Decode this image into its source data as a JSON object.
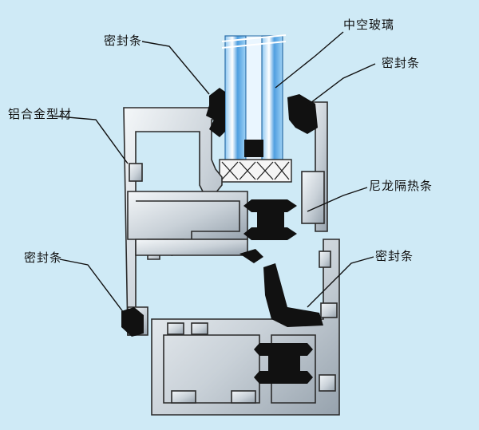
{
  "colors": {
    "background": "#cfeaf6",
    "aluminum_light": "#eef2f5",
    "aluminum_dark": "#9aa6b0",
    "glass": "#5aa8e6",
    "seal": "#111111"
  },
  "labels": {
    "seal_top_left": "密封条",
    "insulating_glass": "中空玻璃",
    "seal_top_right": "密封条",
    "aluminum_profile": "铝合金型材",
    "nylon_thermal_break": "尼龙隔热条",
    "seal_bottom_left": "密封条",
    "seal_bottom_right": "密封条"
  }
}
